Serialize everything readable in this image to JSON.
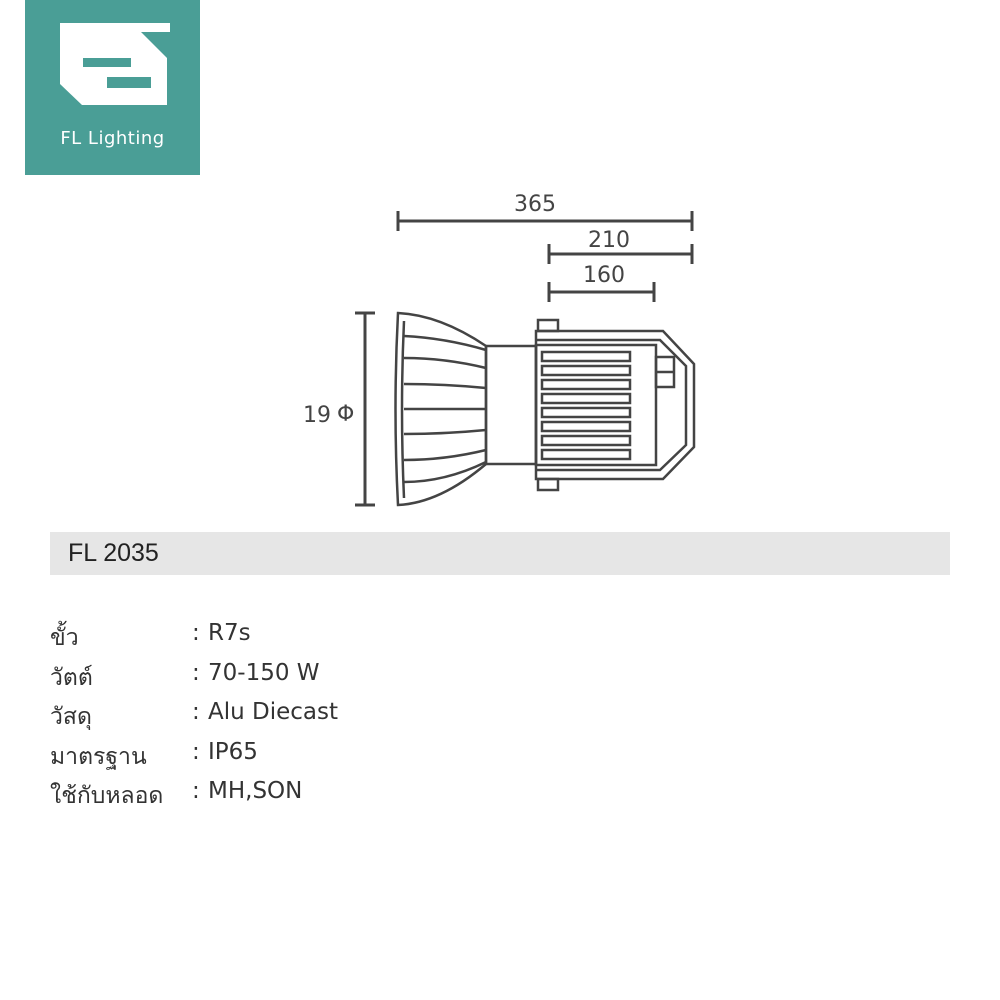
{
  "brand": {
    "name": "FL Lighting",
    "color": "#4a9e96"
  },
  "drawing": {
    "dimensions": {
      "length_total": "365",
      "length_mid": "210",
      "length_short": "160",
      "diameter": "19",
      "diameter_symbol": "Φ"
    },
    "line_color": "#444444"
  },
  "product": {
    "model": "FL 2035"
  },
  "specs": [
    {
      "label": "ขั้ว",
      "value": "R7s"
    },
    {
      "label": "วัตต์",
      "value": "70-150 W"
    },
    {
      "label": "วัสดุ",
      "value": "Alu Diecast"
    },
    {
      "label": "มาตรฐาน",
      "value": "IP65"
    },
    {
      "label": "ใช้กับหลอด",
      "value": "MH,SON"
    }
  ],
  "separator": ":"
}
